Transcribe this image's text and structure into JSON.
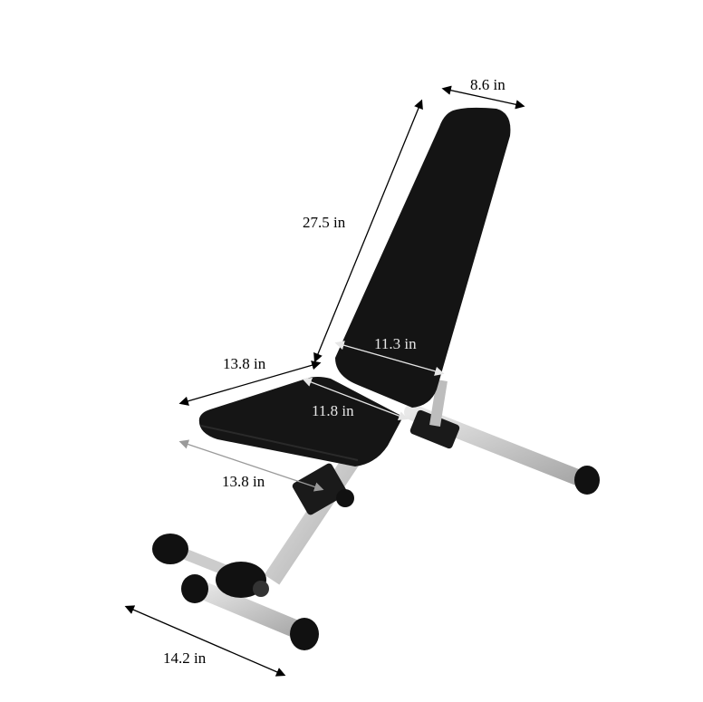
{
  "colors": {
    "upholstery": "#111111",
    "frame": "#c8c8c8",
    "arrow_dark": "#000000",
    "arrow_light": "#e0e0e0",
    "arrow_gray": "#9a9a9a"
  },
  "dimensions": {
    "backrest_width_top": "8.6 in",
    "backrest_length": "27.5 in",
    "backrest_width_bottom": "11.3 in",
    "seat_length_top": "13.8 in",
    "seat_width": "11.8 in",
    "seat_length_bottom": "13.8 in",
    "base_width": "14.2 in"
  }
}
